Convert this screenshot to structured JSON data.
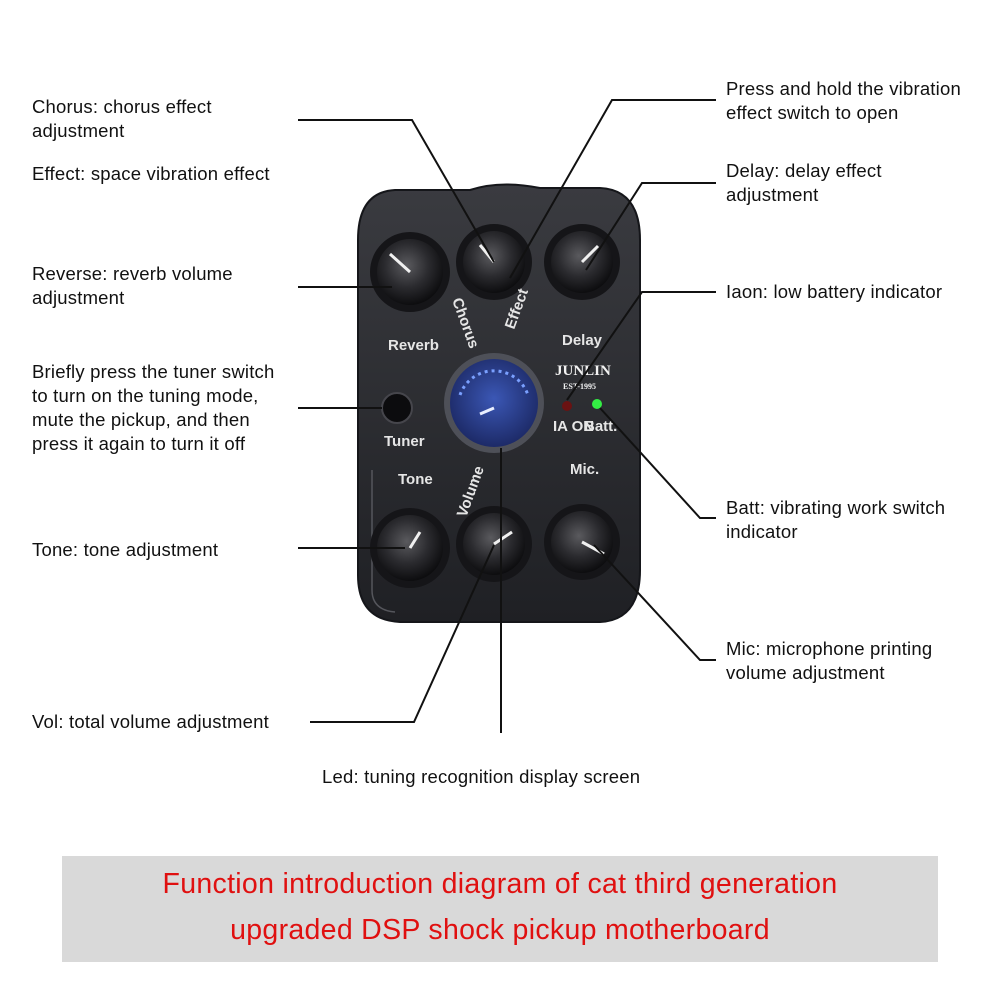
{
  "labels": {
    "chorus": "Chorus: chorus effect\nadjustment",
    "effect": "Effect: space vibration effect",
    "reverse": "Reverse: reverb volume\nadjustment",
    "tuner_switch": "Briefly press the tuner switch\nto turn on the tuning mode,\nmute the pickup, and then\npress it again to turn it off",
    "tone": "Tone: tone adjustment",
    "vol": "Vol: total volume adjustment",
    "led": "Led: tuning recognition display screen",
    "press_hold": "Press and hold the vibration\neffect switch to open",
    "delay": "Delay: delay effect\nadjustment",
    "iaon": "Iaon: low battery indicator",
    "batt": "Batt: vibrating work switch\nindicator",
    "mic": "Mic: microphone printing\nvolume adjustment"
  },
  "device": {
    "knobs": {
      "reverb": "Reverb",
      "chorus": "Chorus",
      "effect": "Effect",
      "delay": "Delay",
      "tuner": "Tuner",
      "tone": "Tone",
      "volume": "Volume",
      "mic": "Mic."
    },
    "brand": "JUNLIN",
    "brand_sub": "EST-1995",
    "ia_on": "IA ON",
    "batt": "Batt.",
    "colors": {
      "body": "#2a2b30",
      "screen": "#2b3f8a",
      "led_green": "#33ee44",
      "led_red": "#6a1212"
    }
  },
  "banner": {
    "line1": "Function introduction diagram of cat third generation",
    "line2": "upgraded DSP shock pickup motherboard",
    "text_color": "#e01010",
    "background": "#d9d9d9"
  }
}
